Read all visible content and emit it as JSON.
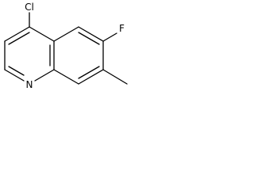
{
  "molecule": {
    "atoms": [
      {
        "id": "Cl",
        "text": "Cl"
      },
      {
        "id": "F",
        "text": "F"
      },
      {
        "id": "N",
        "text": "N"
      }
    ],
    "colors": {
      "bond": "#000000",
      "label": "#000000",
      "background": "#ffffff"
    }
  }
}
